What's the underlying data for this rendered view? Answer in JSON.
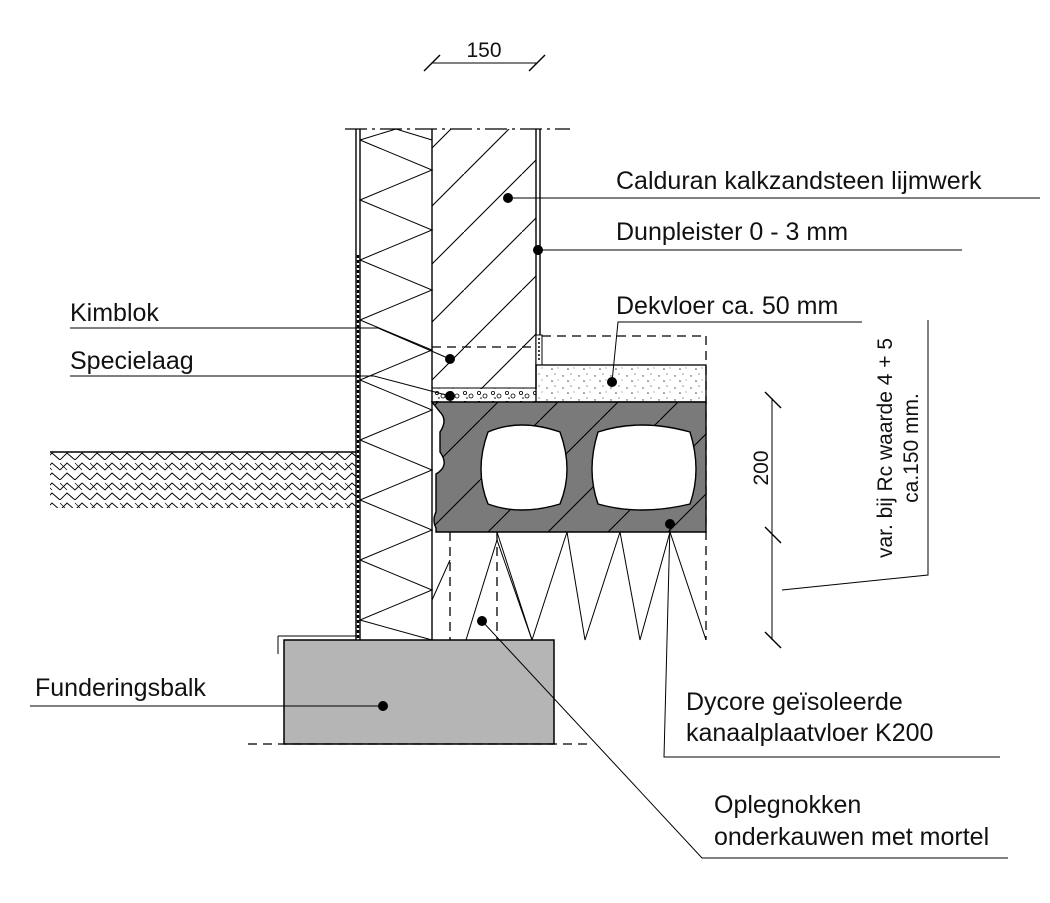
{
  "dimensions": {
    "wall_width": "150",
    "floor_height": "200",
    "insulation_note_line1": "var. bij Rc waarde 4 + 5",
    "insulation_note_line2": "ca.150 mm."
  },
  "labels": {
    "calduran": "Calduran kalkzandsteen lijmwerk",
    "dunpleister": "Dunpleister 0 - 3 mm",
    "dekvloer": "Dekvloer ca. 50 mm",
    "kimblok": "Kimblok",
    "specielaag": "Specielaag",
    "funderingsbalk": "Funderingsbalk",
    "dycore_line1": "Dycore geïsoleerde",
    "dycore_line2": "kanaalplaatvloer K200",
    "oplegnokken_line1": "Oplegnokken",
    "oplegnokken_line2": "onderkauwen met mortel"
  },
  "colors": {
    "concrete_slab": "#7a7a7a",
    "foundation": "#b5b5b5",
    "lines": "#000000"
  }
}
